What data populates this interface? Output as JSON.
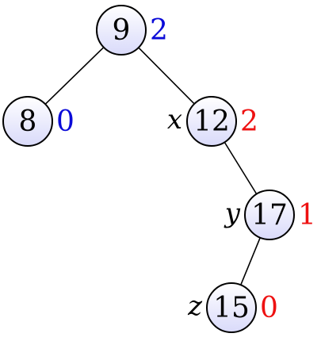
{
  "colors": {
    "balanced_height": "#0a0ad8",
    "unbalanced_height": "#ee1111",
    "node_fill_top": "#ffffff",
    "node_fill_bottom": "#d9dafa"
  },
  "nodes": [
    {
      "id": "n9",
      "key": "9",
      "height": "2",
      "label": "",
      "status": "balanced"
    },
    {
      "id": "n8",
      "key": "8",
      "height": "0",
      "label": "",
      "status": "balanced"
    },
    {
      "id": "n12",
      "key": "12",
      "height": "2",
      "label": "x",
      "status": "unbalanced"
    },
    {
      "id": "n17",
      "key": "17",
      "height": "1",
      "label": "y",
      "status": "unbalanced"
    },
    {
      "id": "n15",
      "key": "15",
      "height": "0",
      "label": "z",
      "status": "unbalanced"
    }
  ],
  "edges": [
    {
      "from": "n9",
      "to": "n8"
    },
    {
      "from": "n9",
      "to": "n12"
    },
    {
      "from": "n12",
      "to": "n17"
    },
    {
      "from": "n17",
      "to": "n15"
    }
  ]
}
